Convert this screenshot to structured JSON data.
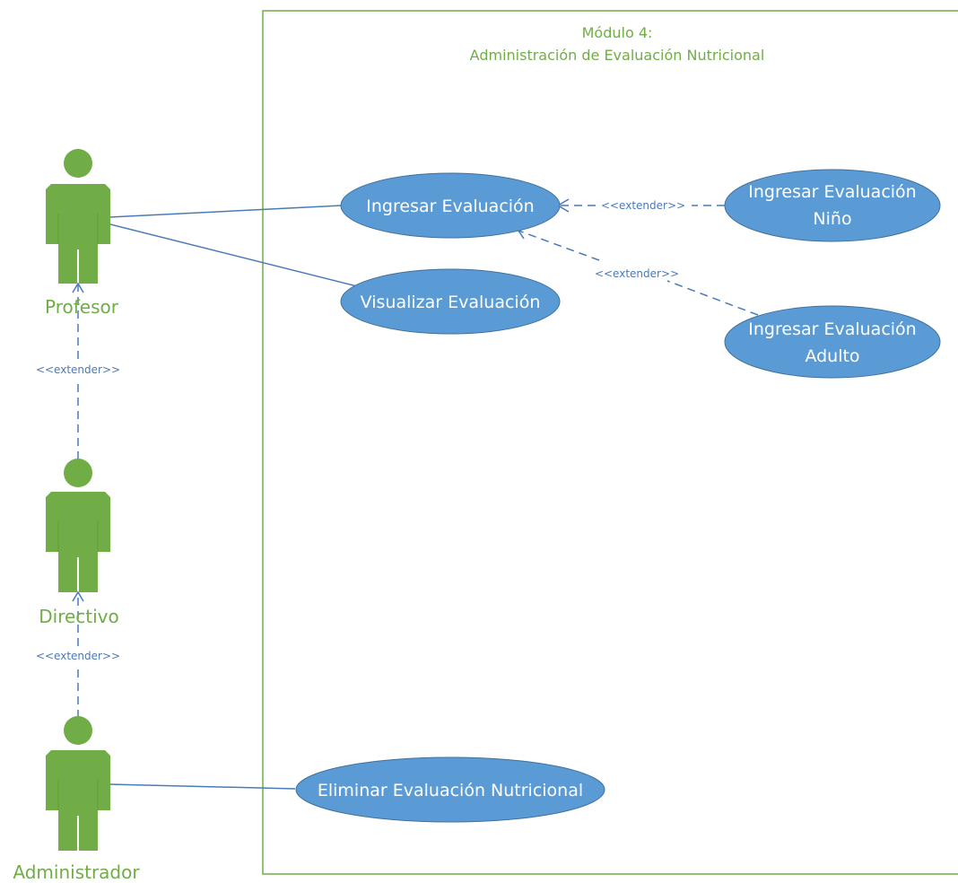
{
  "colors": {
    "actor": "#70ad47",
    "use_case_fill": "#5b9bd5",
    "use_case_stroke": "#41719c",
    "connector": "#4a7ab8",
    "boundary": "#70ad47",
    "title": "#70ad47"
  },
  "system": {
    "title_line1": "Módulo 4:",
    "title_line2": "Administración de Evaluación Nutricional"
  },
  "actors": {
    "profesor": "Profesor",
    "directivo": "Directivo",
    "administrador": "Administrador"
  },
  "use_cases": {
    "ingresar": "Ingresar Evaluación",
    "visualizar": "Visualizar Evaluación",
    "nino_line1": "Ingresar Evaluación",
    "nino_line2": "Niño",
    "adulto_line1": "Ingresar Evaluación",
    "adulto_line2": "Adulto",
    "eliminar": "Eliminar Evaluación Nutricional"
  },
  "relations": {
    "extend_nino": "<<extender>>",
    "extend_adulto": "<<extender>>",
    "extend_directivo": "<<extender>>",
    "extend_admin": "<<extender>>"
  }
}
